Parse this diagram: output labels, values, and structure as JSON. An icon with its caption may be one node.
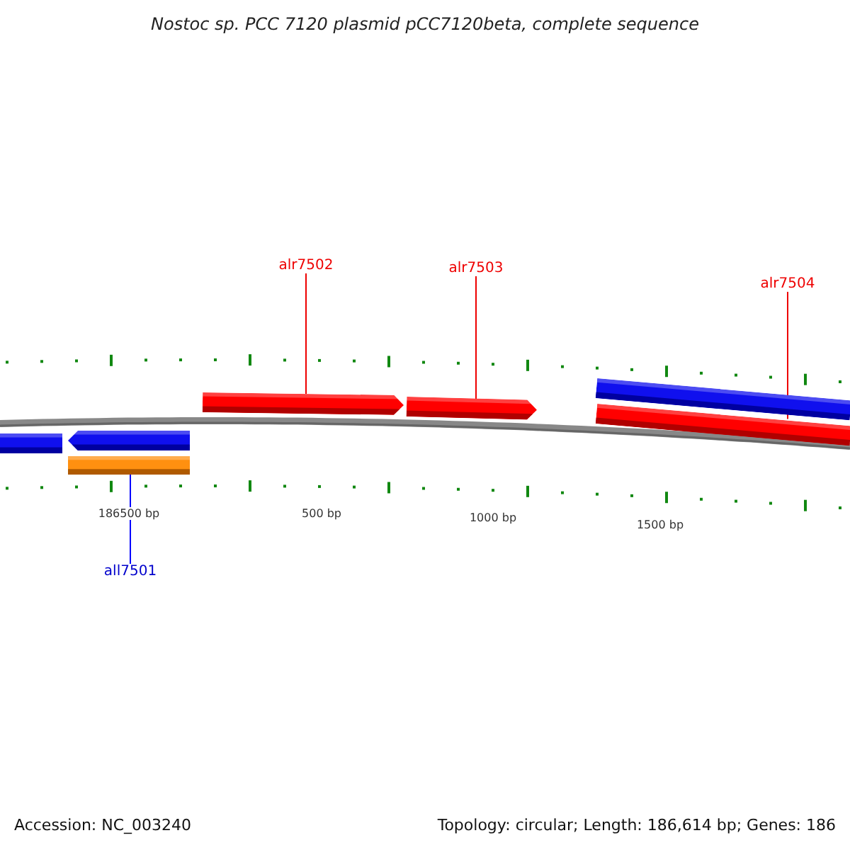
{
  "diagram": {
    "title": "Nostoc sp. PCC 7120 plasmid pCC7120beta, complete sequence",
    "nodes": [
      {
        "text": [
          "alr7502"
        ]
      },
      {
        "text": [
          "alr7503"
        ]
      },
      {
        "text": [
          "alr7504"
        ]
      },
      {
        "text": [],
        "shape": "bar"
      },
      {
        "text": [],
        "shape": "arrow"
      },
      {
        "text": [],
        "shape": "arrow"
      },
      {
        "text": [],
        "shape": "bar"
      },
      {
        "text": [],
        "shape": "bar"
      },
      {
        "text": [],
        "shape": "arrow"
      },
      {
        "text": [],
        "shape": "bar"
      },
      {
        "text": [
          "all7501"
        ]
      }
    ],
    "edges": [
      {
        "from": 0,
        "to": 4,
        "arrow": "none"
      },
      {
        "from": 1,
        "to": 5,
        "arrow": "none"
      },
      {
        "from": 2,
        "to": 6,
        "arrow": "none"
      },
      {
        "from": 10,
        "to": 9,
        "arrow": "none",
        "color": "#0000ff"
      }
    ],
    "labels": [
      "186500 bp",
      "500 bp",
      "1000 bp",
      "1500 bp",
      "Accession: NC_003240",
      "Topology: circular; Length: 186,614 bp; Genes: 186"
    ]
  }
}
